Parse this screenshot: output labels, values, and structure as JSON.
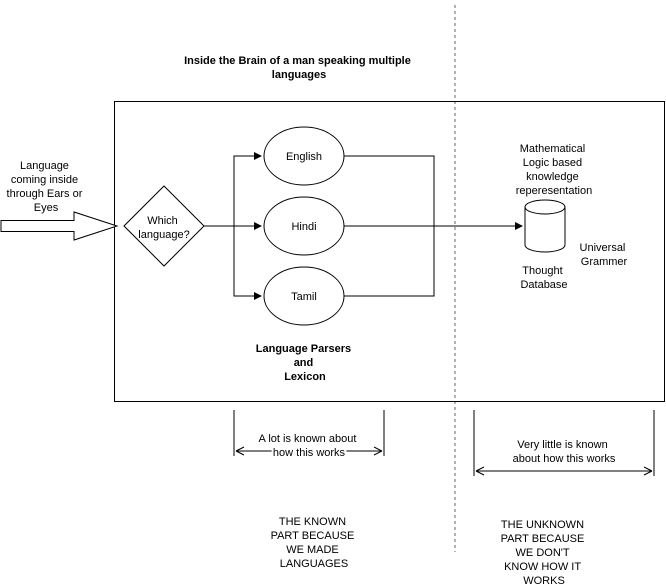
{
  "title": [
    "Inside the Brain of a man speaking multiple",
    "languages"
  ],
  "input_label": [
    "Language",
    "coming inside",
    "through Ears or",
    "Eyes"
  ],
  "decision": [
    "Which",
    "language?"
  ],
  "languages": [
    "English",
    "Hindi",
    "Tamil"
  ],
  "parsers_label": [
    "Language Parsers",
    "and",
    "Lexicon"
  ],
  "representation_label": [
    "Mathematical",
    "Logic based",
    "knowledge",
    "reperesentation"
  ],
  "database_label": [
    "Thought",
    "Database"
  ],
  "grammar_label": [
    "Universal",
    "Grammer"
  ],
  "known_note": [
    "A lot is known about",
    "how this works"
  ],
  "unknown_note": [
    "Very little is known",
    "about how this works"
  ],
  "known_part": [
    "THE KNOWN",
    "PART BECAUSE",
    "WE MADE",
    "LANGUAGES"
  ],
  "unknown_part": [
    "THE UNKNOWN",
    "PART BECAUSE",
    "WE DON'T",
    "KNOW HOW IT",
    "WORKS"
  ],
  "colors": {
    "stroke": "#000000",
    "fill": "#ffffff",
    "divider": "#666666"
  }
}
